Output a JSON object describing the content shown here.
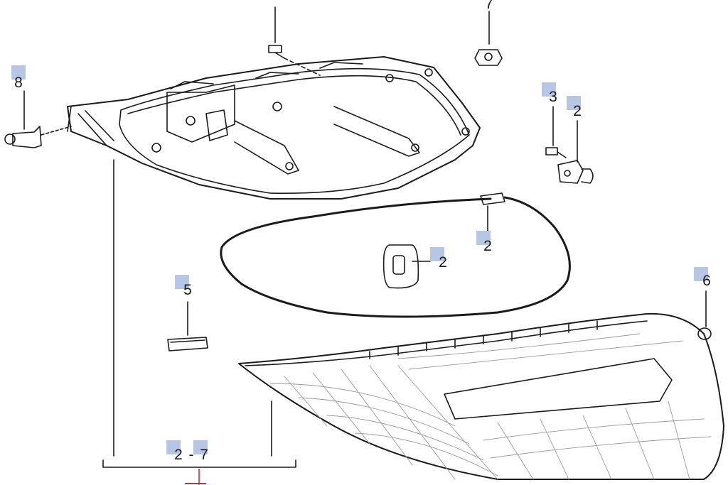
{
  "diagram": {
    "callouts": [
      {
        "id": "c8",
        "number": "8"
      },
      {
        "id": "c7",
        "number": "7"
      },
      {
        "id": "c3",
        "number": "3"
      },
      {
        "id": "c2a",
        "number": "2"
      },
      {
        "id": "c2b",
        "number": "2"
      },
      {
        "id": "c2c",
        "number": "2"
      },
      {
        "id": "c5",
        "number": "5"
      },
      {
        "id": "c6",
        "number": "6"
      }
    ],
    "assembly_range": {
      "start": "2",
      "separator": "-",
      "end": "7"
    }
  },
  "colors": {
    "line": "#1a1a1a",
    "marker": "#b8c6e6",
    "accent": "#e0204a"
  }
}
